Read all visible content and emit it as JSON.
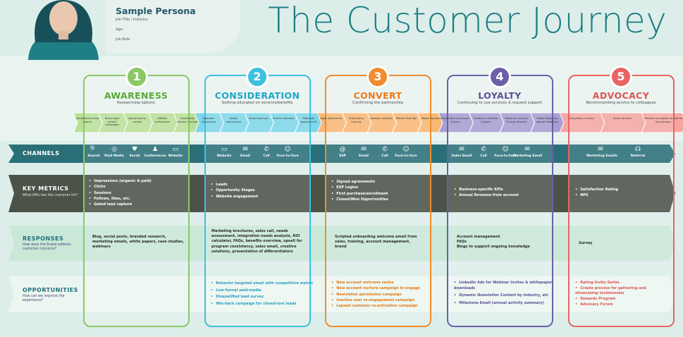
{
  "title": "The Customer Journey",
  "persona": {
    "name": "Sample Persona",
    "job_title": "Job Title / Industry:",
    "age": "Age:",
    "job_role": "Job Role"
  },
  "colors": {
    "awareness": "#8cc866",
    "consideration": "#3ec0de",
    "convert": "#f08c2e",
    "loyalty": "#6b5fa8",
    "advocacy": "#ea6464",
    "channels_band": "#2a6f78",
    "metrics_band": "#4b5348"
  },
  "stages": [
    {
      "number": "1",
      "name": "AWARENESS",
      "desc": "Researching options",
      "steps": [
        "Unmatched online search",
        "Brand open (reach) campaigns",
        "Ads pinned to socials",
        "Affiliate conferences",
        "Downloads Industry Content"
      ]
    },
    {
      "number": "2",
      "name": "CONSIDERATION",
      "desc": "Getting educated on services/benefits",
      "steps": [
        "Requests info/pricing",
        "Needs assessment",
        "Views brochure",
        "Shares materials",
        "Requests Appointment"
      ]
    },
    {
      "number": "3",
      "name": "CONVERT",
      "desc": "Confirming the partnership",
      "steps": [
        "Signs Agreement",
        "Onboarding training",
        "Assessor meeting",
        "Utilizes Paid Tool",
        "Makes Payment"
      ]
    },
    {
      "number": "4",
      "name": "LOYALTY",
      "desc": "Continuing to use services & request support",
      "steps": [
        "Subscribes to Account Service",
        "Contacts Customer Support",
        "Makes an Account Change Request",
        "Reads Blogs and attends Webinars"
      ]
    },
    {
      "number": "5",
      "name": "ADVOCACY",
      "desc": "Recommending service to colleagues",
      "steps": [
        "Completes a survey",
        "Rates services",
        "Provides use-ability as referral for business"
      ]
    }
  ],
  "channels": {
    "label": "CHANNELS",
    "awareness": [
      {
        "icon": "search-icon",
        "glyph": "🔍",
        "label": "Search"
      },
      {
        "icon": "paid-media-icon",
        "glyph": "◎",
        "label": "Paid Media"
      },
      {
        "icon": "social-icon",
        "glyph": "♥",
        "label": "Social"
      },
      {
        "icon": "conferences-icon",
        "glyph": "♟",
        "label": "Conferences"
      },
      {
        "icon": "website-icon",
        "glyph": "▭",
        "label": "Website"
      }
    ],
    "consideration": [
      {
        "icon": "website-icon",
        "glyph": "▭",
        "label": "Website"
      },
      {
        "icon": "email-icon",
        "glyph": "✉",
        "label": "Email"
      },
      {
        "icon": "call-icon",
        "glyph": "✆",
        "label": "Call"
      },
      {
        "icon": "face-to-face-icon",
        "glyph": "☺",
        "label": "Face-to-face"
      }
    ],
    "convert": [
      {
        "icon": "esp-icon",
        "glyph": "@",
        "label": "ESP"
      },
      {
        "icon": "email-icon",
        "glyph": "✉",
        "label": "Email"
      },
      {
        "icon": "call-icon",
        "glyph": "✆",
        "label": "Call"
      },
      {
        "icon": "face-to-face-icon",
        "glyph": "☺",
        "label": "Face-to-face"
      }
    ],
    "loyalty": [
      {
        "icon": "sales-email-icon",
        "glyph": "✉",
        "label": "Sales Email"
      },
      {
        "icon": "call-icon",
        "glyph": "✆",
        "label": "Call"
      },
      {
        "icon": "face-to-face-icon",
        "glyph": "☺",
        "label": "Face-to-face"
      },
      {
        "icon": "marketing-email-icon",
        "glyph": "✉",
        "label": "Marketing Email"
      }
    ],
    "advocacy": [
      {
        "icon": "marketing-email-icon",
        "glyph": "✉",
        "label": "Marketing Emails"
      },
      {
        "icon": "referral-icon",
        "glyph": "☊",
        "label": "Referral"
      }
    ]
  },
  "metrics": {
    "label": "KEY METRICS",
    "sub": "What KPIs has the customer hit?",
    "awareness": [
      "Impressions (organic & paid)",
      "Clicks",
      "Sessions",
      "Follows, likes, etc.",
      "Gated lead capture"
    ],
    "consideration": [
      "Leads",
      "Opportunity Stages",
      "Website engagement"
    ],
    "convert": [
      "Signed agreements",
      "ESP Logins",
      "First purchase/enrollment",
      "Closed/Won Opportunities"
    ],
    "loyalty": [
      "Business-specific KPIs",
      "Annual Revenue from account"
    ],
    "advocacy": [
      "Satisfaction Rating",
      "NPS"
    ]
  },
  "responses": {
    "label": "RESPONSES",
    "sub": "How does the brand address customer concerns?",
    "awareness": "Blog, social posts, branded research, marketing emails, white papers, case studies, webinars",
    "consideration": "Marketing brochures, sales call, needs assessment, integration needs analysis, ROI calculator, FAQs, benefits overview, upsell for program consistency, sales email, creative solutions, presentation of differentiators",
    "convert": "Scripted onboarding welcome email from sales, training, account management, brand",
    "loyalty": [
      "Account management",
      "FAQs",
      "Blogs to support ongoing knowledge"
    ],
    "advocacy": "Survey"
  },
  "opportunities": {
    "label": "OPPORTUNITIES",
    "sub": "How can we improve the experience?",
    "consideration": [
      "Behavior targeted email with competitive matrix",
      "Low-funnel paid-media",
      "Disqualified lead survey",
      "Win-back campaign for closed-lost leads"
    ],
    "convert": [
      "New account welcome series",
      "New account nurture campaign to engage",
      "Newsletter permission campaign",
      "Inactive user re-engagement campaign",
      "Lapsed customer re-activation campaign"
    ],
    "loyalty": [
      "LinkedIn Ads for Webinar Invites & whitepaper downloads",
      "Dynamic Newsletter Content by Industry, etc",
      "Milestone Email (annual activity summary)"
    ],
    "advocacy": [
      "Rating Invite Series",
      "Create process for gathering and showcasing testimonials",
      "Rewards Program",
      "Advocacy Forum"
    ]
  }
}
